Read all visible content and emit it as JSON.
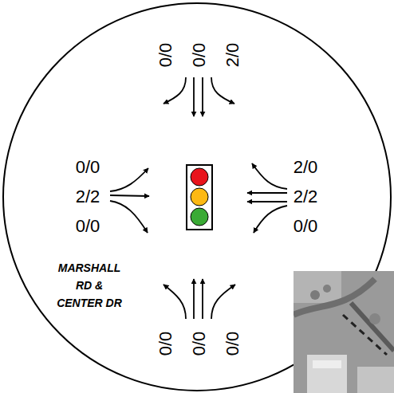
{
  "diagram": {
    "labels": [
      "0/0",
      "0/0",
      "2/0",
      "0/0",
      "2/2",
      "0/0",
      "2/0",
      "2/2",
      "0/0",
      "MARSHALL RD & CENTER DR",
      "0/0",
      "0/0",
      "0/0"
    ]
  }
}
